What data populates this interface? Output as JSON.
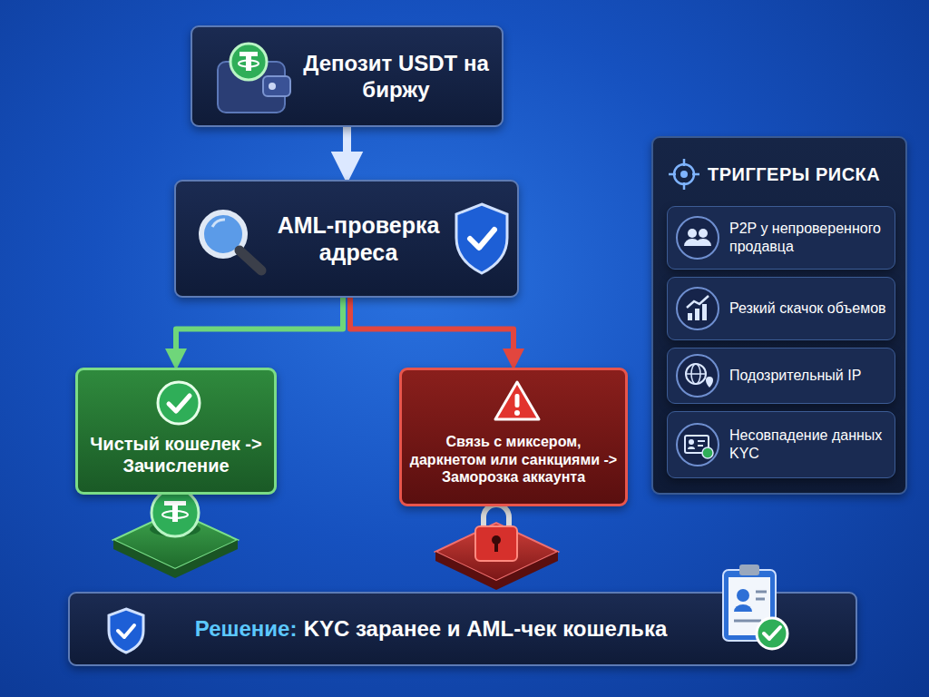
{
  "diagram": {
    "nodes": [
      {
        "text": [
          "Депозит USDT на биржу"
        ]
      },
      {
        "text": [
          "AML-проверка адреса"
        ]
      },
      {
        "text": [
          "Чистый кошелек -> Зачисление"
        ]
      },
      {
        "text": [
          "Связь с миксером, даркнетом или санкциями -> Заморозка аккаунта"
        ]
      },
      {
        "text": [
          "ТРИГГЕРЫ РИСКА"
        ]
      },
      {
        "text": [
          "P2P у непроверенного продавца"
        ],
        "in": 4
      },
      {
        "text": [
          "Резкий скачок объемов"
        ],
        "in": 4
      },
      {
        "text": [
          "Подозрительный IP"
        ],
        "in": 4
      },
      {
        "text": [
          "Несовпадение данных KYC"
        ],
        "in": 4
      },
      {
        "text": [
          "Решение:",
          "KYC заранее и AML-чек кошелька"
        ]
      }
    ],
    "edges": [
      {
        "from": 0,
        "to": 1,
        "arrow": "to"
      },
      {
        "from": 1,
        "to": 2,
        "arrow": "to"
      },
      {
        "from": 1,
        "to": 3,
        "arrow": "to"
      }
    ]
  }
}
